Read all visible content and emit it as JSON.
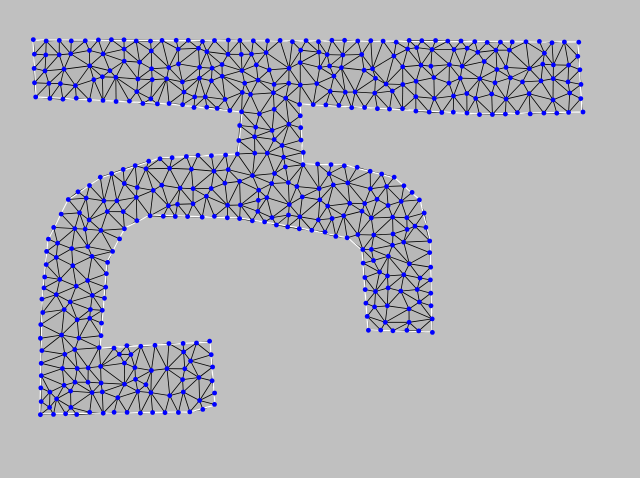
{
  "colors": {
    "background": "#c0c0c0",
    "fill": "#b8b8b8",
    "edge": "#000000",
    "boundary": "#ffffff",
    "node": "#0000ff"
  },
  "mesh": {
    "kind": "triangulated-mesh",
    "shape": "faucet",
    "regions": [
      "top-bar",
      "stem",
      "spout-arch",
      "spout-right-leg",
      "spout-left-leg",
      "spout-foot"
    ]
  }
}
